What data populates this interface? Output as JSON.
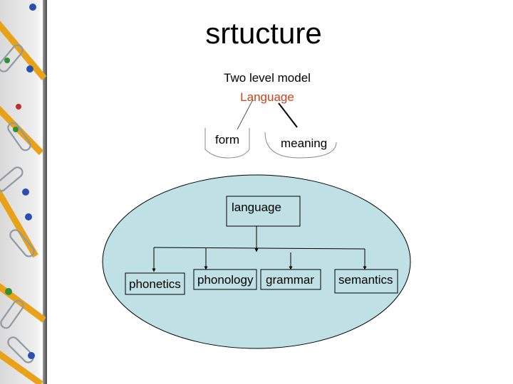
{
  "slide": {
    "title": "srtucture",
    "subtitle": "Two level model",
    "top_node": "Language",
    "left_child": "form",
    "right_child": "meaning",
    "root_box": "language",
    "leaves": [
      "phonetics",
      "phonology",
      "grammar",
      "semantics"
    ]
  },
  "colors": {
    "accent_text": "#c8421c",
    "ellipse_fill": "#bfe0e4",
    "line": "#000000"
  },
  "icons": {
    "sidebar": "pencils-paperclips-pushpins-decoration"
  }
}
